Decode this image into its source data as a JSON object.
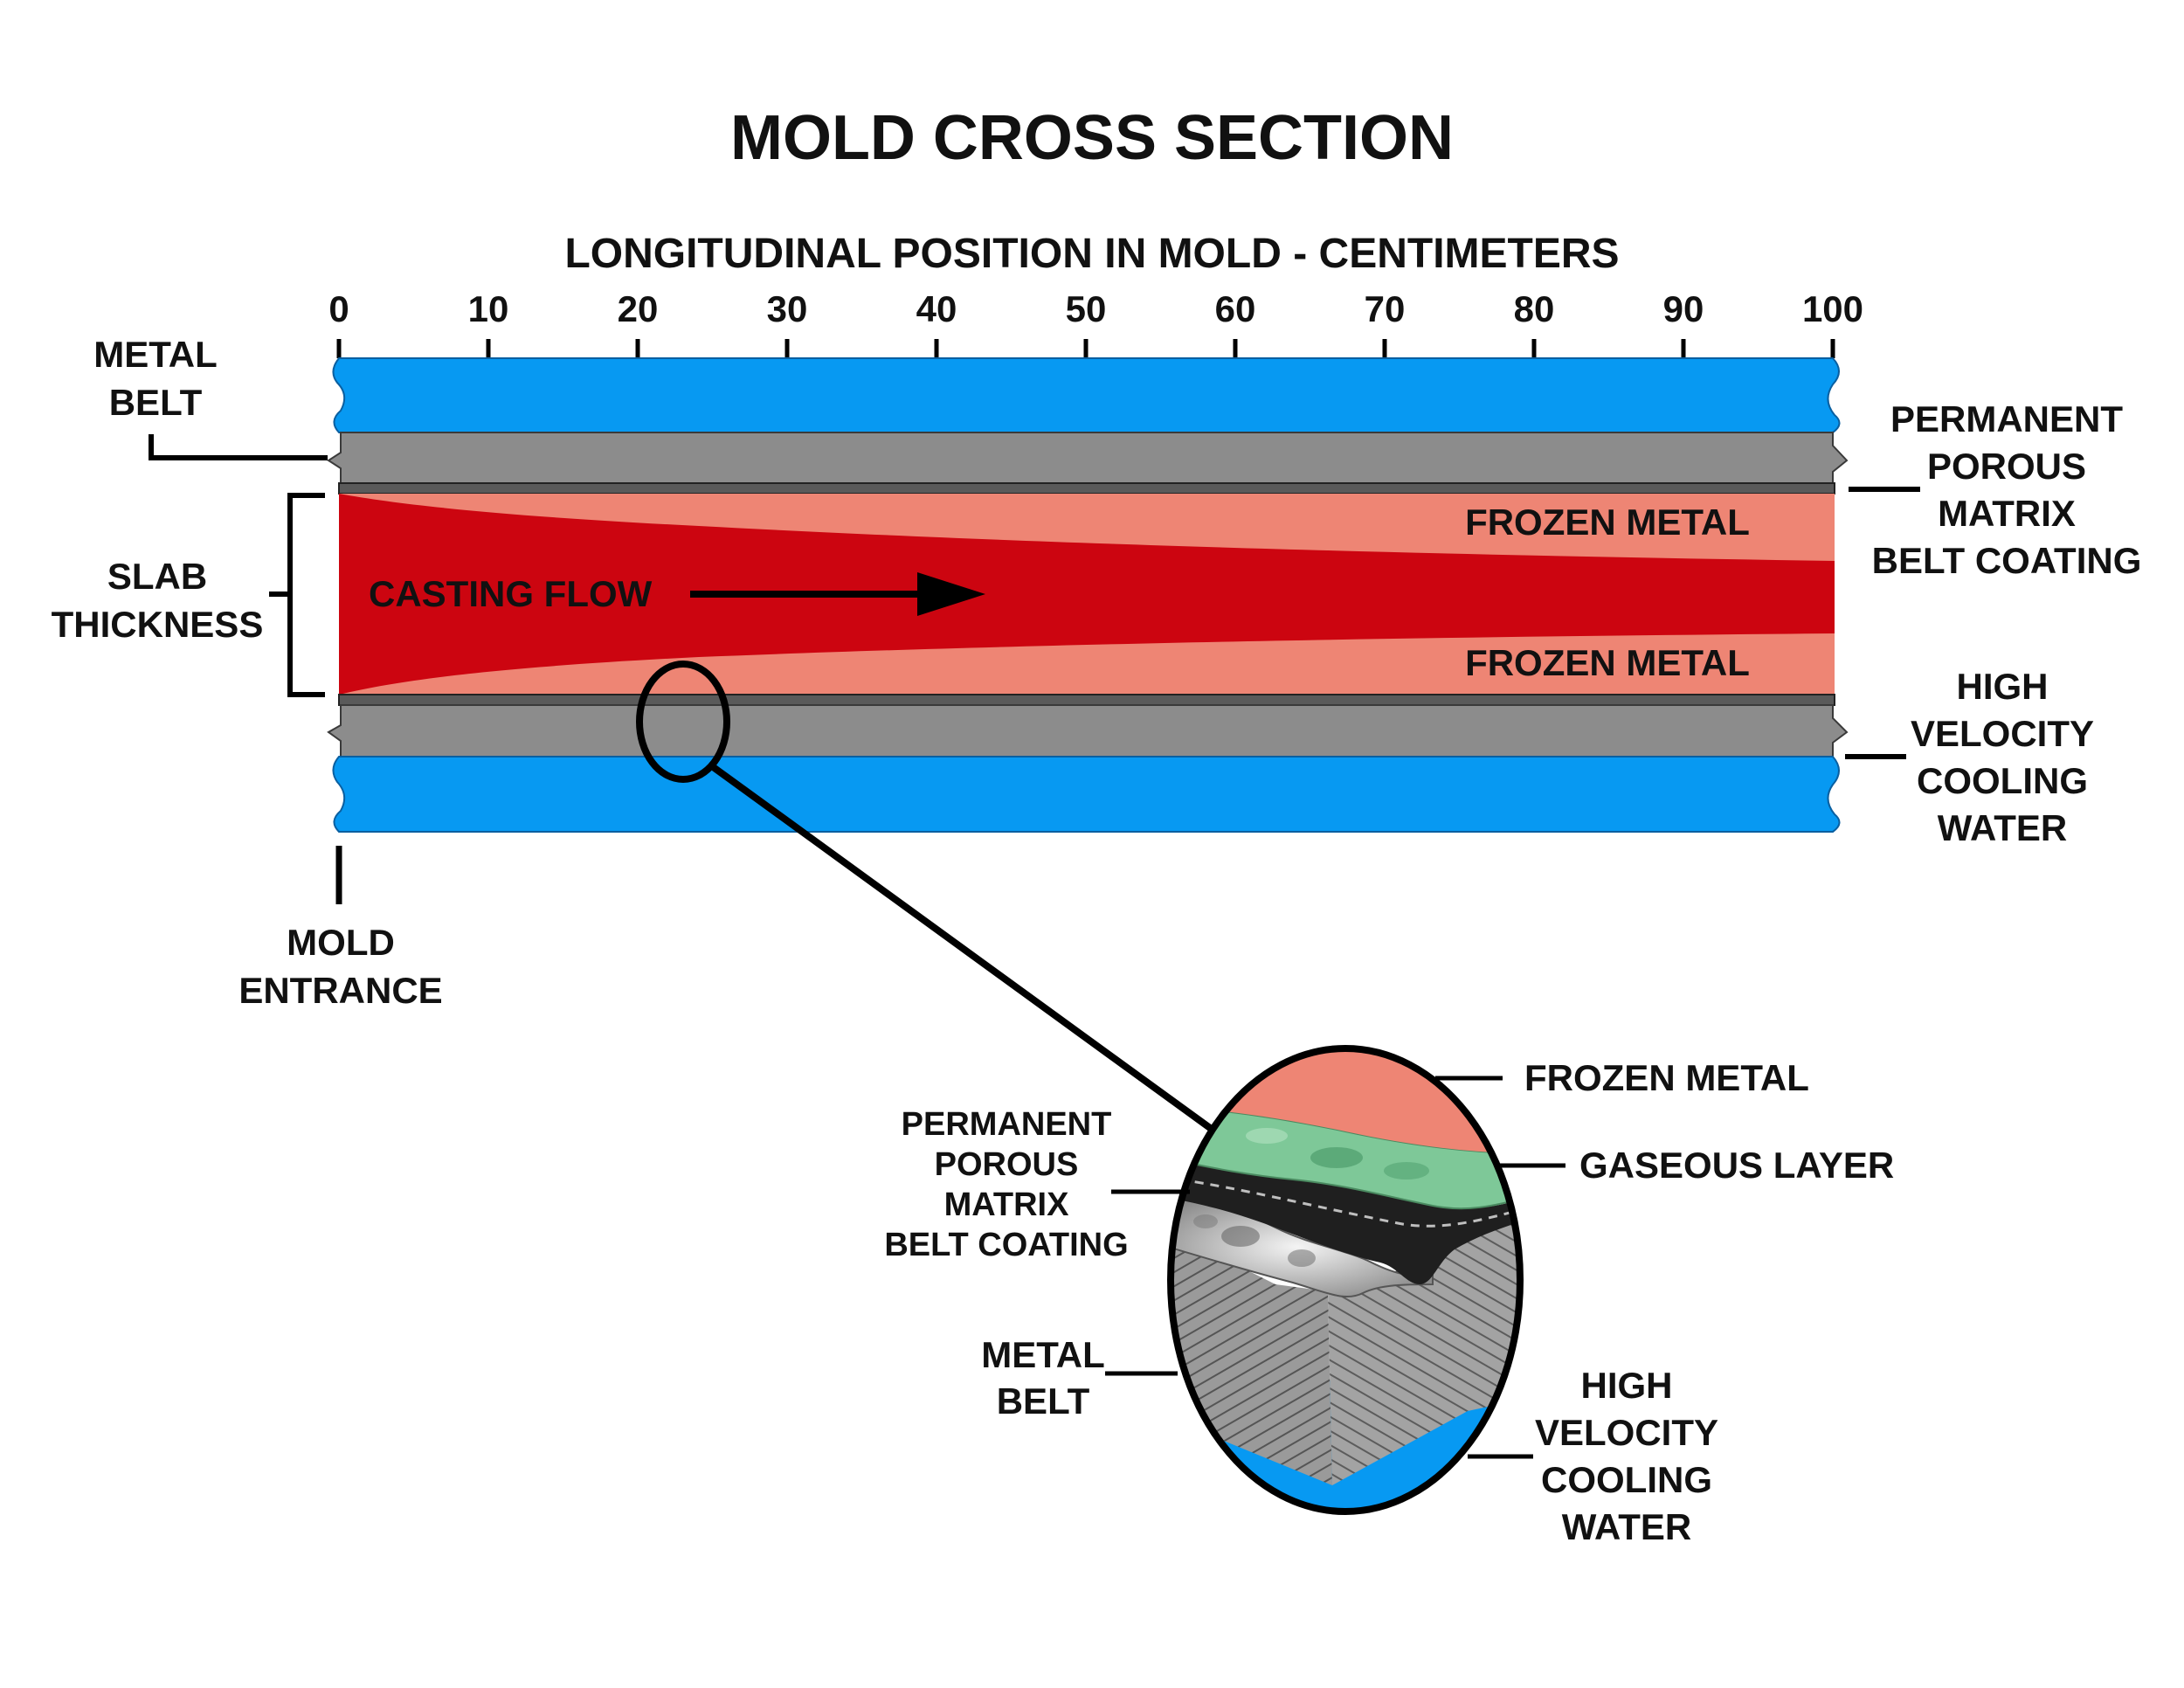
{
  "title": "MOLD CROSS SECTION",
  "axis": {
    "title": "LONGITUDINAL POSITION IN MOLD - CENTIMETERS",
    "ticks": [
      "0",
      "10",
      "20",
      "30",
      "40",
      "50",
      "60",
      "70",
      "80",
      "90",
      "100"
    ]
  },
  "left_labels": {
    "metal_belt": [
      "METAL",
      "BELT"
    ],
    "slab_thickness": [
      "SLAB",
      "THICKNESS"
    ],
    "mold_entrance": [
      "MOLD",
      "ENTRANCE"
    ]
  },
  "right_labels": {
    "coating": [
      "PERMANENT",
      "POROUS",
      "MATRIX",
      "BELT COATING"
    ],
    "water": [
      "HIGH",
      "VELOCITY",
      "COOLING",
      "WATER"
    ]
  },
  "inner_labels": {
    "frozen_top": "FROZEN METAL",
    "frozen_bottom": "FROZEN METAL",
    "casting_flow": "CASTING FLOW"
  },
  "detail_labels": {
    "frozen_metal": "FROZEN METAL",
    "gaseous_layer": "GASEOUS LAYER",
    "coating": [
      "PERMANENT",
      "POROUS",
      "MATRIX",
      "BELT COATING"
    ],
    "metal_belt": [
      "METAL",
      "BELT"
    ],
    "water": [
      "HIGH",
      "VELOCITY",
      "COOLING",
      "WATER"
    ]
  },
  "colors": {
    "water": "#0799f2",
    "belt": "#8c8c8c",
    "coating": "#5a5a5a",
    "molten": "#cc0510",
    "frozen": "#ee8574",
    "gaseous": "#7ec898"
  }
}
